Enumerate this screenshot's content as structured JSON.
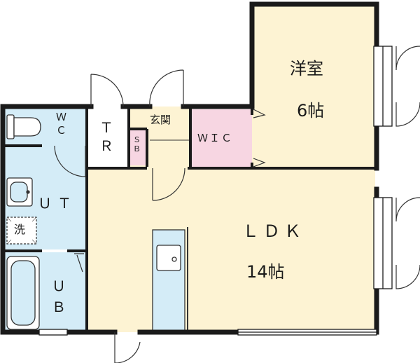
{
  "floor_plan": {
    "rooms": {
      "western_room": {
        "name": "洋室",
        "size": "6帖"
      },
      "ldk": {
        "name": "ＬＤＫ",
        "size": "14帖"
      },
      "wic": {
        "name": "ＷＩＣ"
      },
      "entrance": {
        "name": "玄関"
      },
      "shoe_box": {
        "line1": "Ｓ",
        "line2": "Ｂ"
      },
      "toilet": {
        "line1": "Ｗ",
        "line2": "Ｃ"
      },
      "trunk_room": {
        "line1": "Ｔ",
        "line2": "Ｒ"
      },
      "utility": {
        "name": "ＵＴ"
      },
      "bath": {
        "line1": "Ｕ",
        "line2": "Ｂ"
      },
      "washer": {
        "name": "洗"
      }
    },
    "colors": {
      "wall": "#1a1a1a",
      "living_floor": "#fdf3d3",
      "wet_area_floor": "#d4ecf7",
      "closet_floor": "#f7d6e2",
      "background": "#ffffff"
    }
  }
}
